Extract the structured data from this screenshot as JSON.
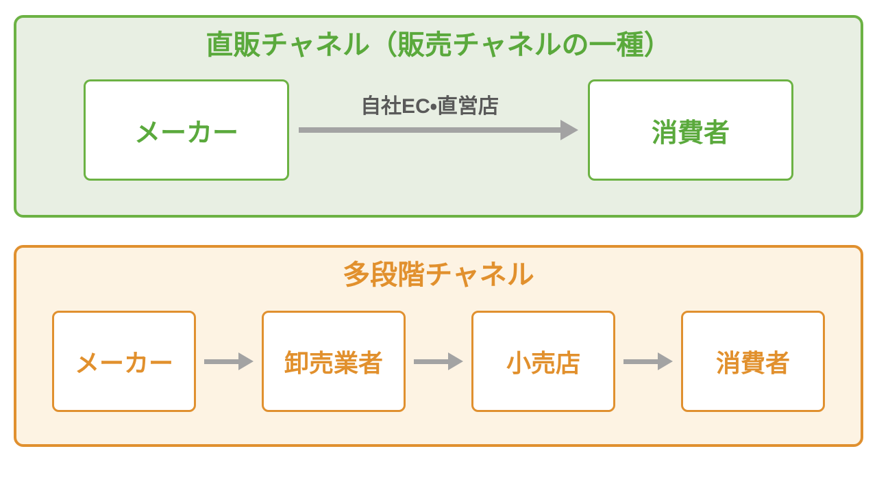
{
  "colors": {
    "green": "#5aa93c",
    "green_border": "#6cb244",
    "green_bg": "#e8efe3",
    "orange": "#e1902d",
    "orange_border": "#e0902f",
    "orange_bg": "#fdf3e3",
    "arrow_gray": "#a3a3a3",
    "label_gray": "#595959"
  },
  "direct_channel": {
    "title": "直販チャネル（販売チャネルの一種）",
    "arrow_label": "自社EC・直営店",
    "nodes": [
      "メーカー",
      "消費者"
    ]
  },
  "multi_channel": {
    "title": "多段階チャネル",
    "nodes": [
      "メーカー",
      "卸売業者",
      "小売店",
      "消費者"
    ]
  }
}
